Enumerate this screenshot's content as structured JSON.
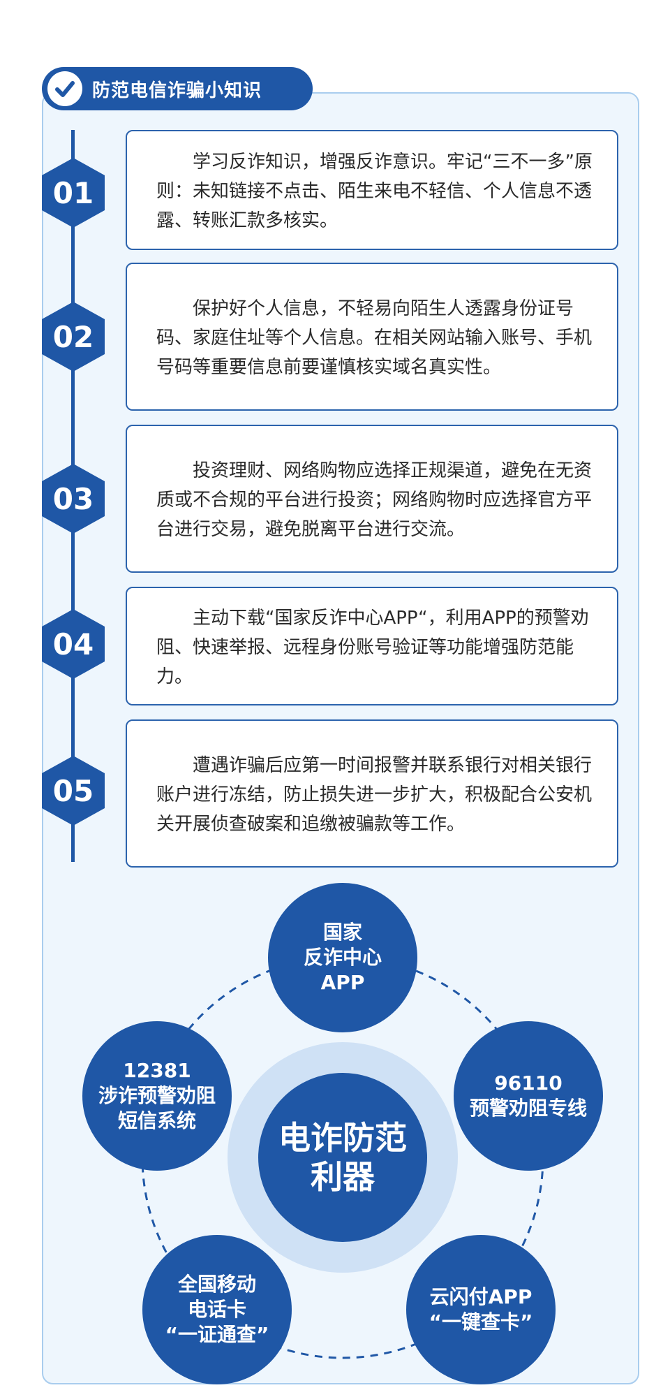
{
  "header": {
    "title": "防范电信诈骗小知识"
  },
  "tips": [
    {
      "num": "01",
      "text": "学习反诈知识，增强反诈意识。牢记“三不一多”原则：未知链接不点击、陌生来电不轻信、个人信息不透露、转账汇款多核实。"
    },
    {
      "num": "02",
      "text": "保护好个人信息，不轻易向陌生人透露身份证号码、家庭住址等个人信息。在相关网站输入账号、手机号码等重要信息前要谨慎核实域名真实性。"
    },
    {
      "num": "03",
      "text": "投资理财、网络购物应选择正规渠道，避免在无资质或不合规的平台进行投资；网络购物时应选择官方平台进行交易，避免脱离平台进行交流。"
    },
    {
      "num": "04",
      "text": "主动下载“国家反诈中心APP“，利用APP的预警劝阻、快速举报、远程身份账号验证等功能增强防范能力。"
    },
    {
      "num": "05",
      "text": "遭遇诈骗后应第一时间报警并联系银行对相关银行账户进行冻结，防止损失进一步扩大，积极配合公安机关开展侦查破案和追缴被骗款等工作。"
    }
  ],
  "tools": {
    "center": [
      "电诈防范",
      "利器"
    ],
    "nodes": [
      {
        "lines": [
          "国家",
          "反诈中心",
          "APP"
        ]
      },
      {
        "lines": [
          "96110",
          "预警劝阻专线"
        ]
      },
      {
        "lines": [
          "云闪付APP",
          "“一键查卡”"
        ]
      },
      {
        "lines": [
          "全国移动",
          "电话卡",
          "“一证通查”"
        ]
      },
      {
        "lines": [
          "12381",
          "涉诈预警劝阻",
          "短信系统"
        ]
      }
    ]
  },
  "colors": {
    "primary": "#1f57a6",
    "panel": "#eef6fd",
    "border": "#a9cdee",
    "ring": "#cfe1f5"
  }
}
